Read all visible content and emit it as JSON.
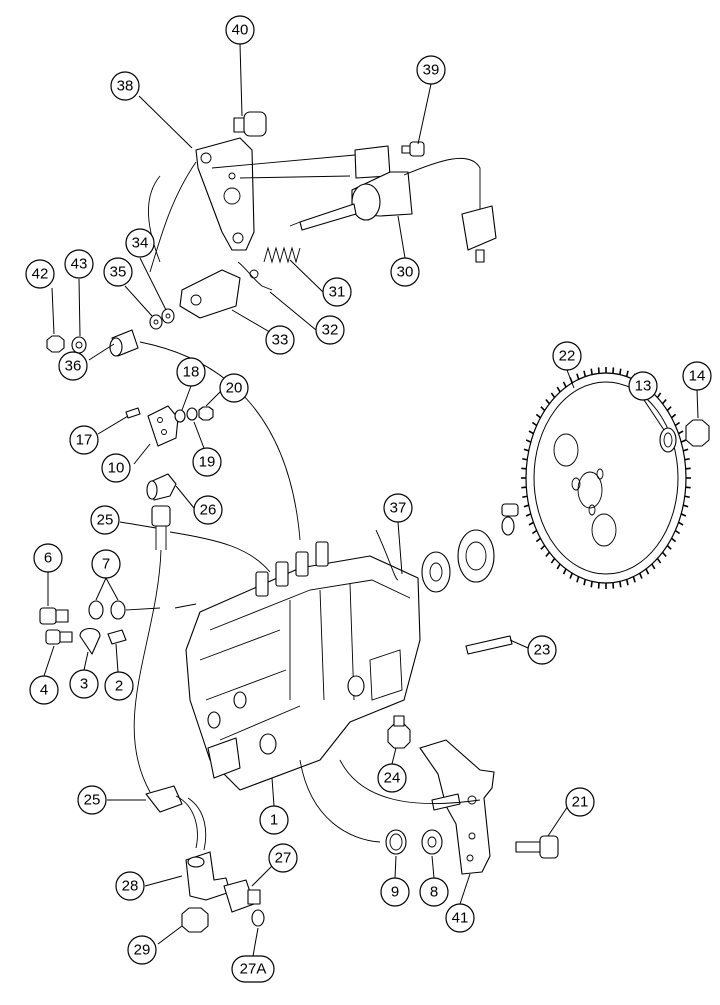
{
  "diagram": {
    "callouts": [
      {
        "id": "c40",
        "label": "40"
      },
      {
        "id": "c39",
        "label": "39"
      },
      {
        "id": "c38",
        "label": "38"
      },
      {
        "id": "c30",
        "label": "30"
      },
      {
        "id": "c31",
        "label": "31"
      },
      {
        "id": "c32",
        "label": "32"
      },
      {
        "id": "c33",
        "label": "33"
      },
      {
        "id": "c34",
        "label": "34"
      },
      {
        "id": "c35",
        "label": "35"
      },
      {
        "id": "c36",
        "label": "36"
      },
      {
        "id": "c42",
        "label": "42"
      },
      {
        "id": "c43",
        "label": "43"
      },
      {
        "id": "c18",
        "label": "18"
      },
      {
        "id": "c20",
        "label": "20"
      },
      {
        "id": "c17",
        "label": "17"
      },
      {
        "id": "c19",
        "label": "19"
      },
      {
        "id": "c10",
        "label": "10"
      },
      {
        "id": "c22",
        "label": "22"
      },
      {
        "id": "c13",
        "label": "13"
      },
      {
        "id": "c14",
        "label": "14"
      },
      {
        "id": "c26",
        "label": "26"
      },
      {
        "id": "c25a",
        "label": "25"
      },
      {
        "id": "c37",
        "label": "37"
      },
      {
        "id": "c6",
        "label": "6"
      },
      {
        "id": "c7",
        "label": "7"
      },
      {
        "id": "c4",
        "label": "4"
      },
      {
        "id": "c3",
        "label": "3"
      },
      {
        "id": "c2",
        "label": "2"
      },
      {
        "id": "c23",
        "label": "23"
      },
      {
        "id": "c24",
        "label": "24"
      },
      {
        "id": "c25b",
        "label": "25"
      },
      {
        "id": "c1",
        "label": "1"
      },
      {
        "id": "c21",
        "label": "21"
      },
      {
        "id": "c27",
        "label": "27"
      },
      {
        "id": "c28",
        "label": "28"
      },
      {
        "id": "c9",
        "label": "9"
      },
      {
        "id": "c8",
        "label": "8"
      },
      {
        "id": "c41",
        "label": "41"
      },
      {
        "id": "c29",
        "label": "29"
      },
      {
        "id": "c27a",
        "label": "27A"
      }
    ]
  }
}
